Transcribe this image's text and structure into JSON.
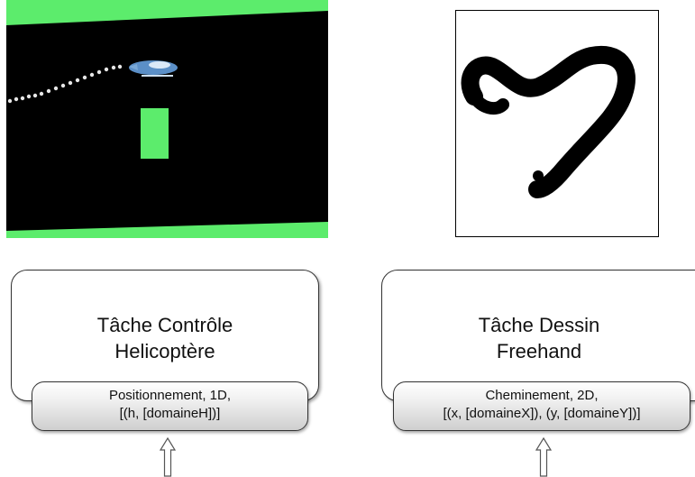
{
  "colors": {
    "game_green": "#5cec6c",
    "game_black": "#000000",
    "helicopter_blue": "#5b8fc7",
    "ink": "#000000"
  },
  "left_panel": {
    "task_title_line1": "Tâche Contrôle",
    "task_title_line2": "Helicoptère",
    "modality_line1": "Positionnement, 1D,",
    "modality_line2": "[(h, [domaineH])]",
    "arrow_icon": "up-arrow-icon"
  },
  "right_panel": {
    "task_title_line1": "Tâche Dessin",
    "task_title_line2": "Freehand",
    "modality_line1": "Cheminement, 2D,",
    "modality_line2": "[(x, [domaineX]), (y, [domaineY])]",
    "arrow_icon": "up-arrow-icon"
  }
}
